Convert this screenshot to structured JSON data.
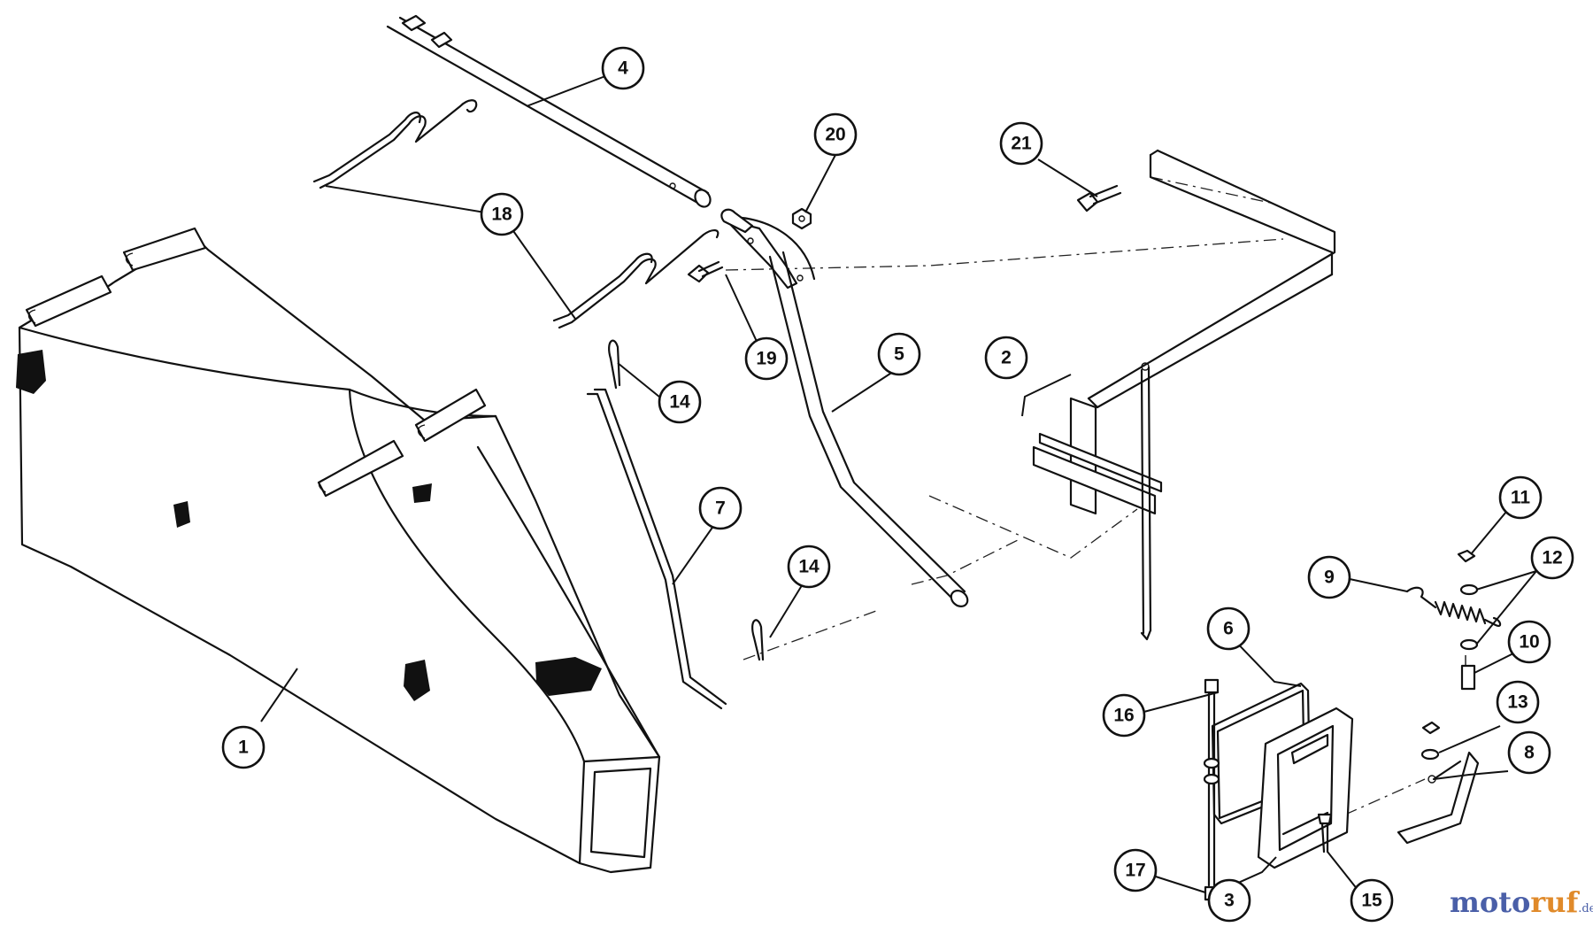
{
  "callouts": [
    {
      "id": "c1",
      "label": "1"
    },
    {
      "id": "c2",
      "label": "2"
    },
    {
      "id": "c3",
      "label": "3"
    },
    {
      "id": "c4",
      "label": "4"
    },
    {
      "id": "c5",
      "label": "5"
    },
    {
      "id": "c6",
      "label": "6"
    },
    {
      "id": "c7",
      "label": "7"
    },
    {
      "id": "c8",
      "label": "8"
    },
    {
      "id": "c9",
      "label": "9"
    },
    {
      "id": "c10",
      "label": "10"
    },
    {
      "id": "c11",
      "label": "11"
    },
    {
      "id": "c12",
      "label": "12"
    },
    {
      "id": "c13",
      "label": "13"
    },
    {
      "id": "c14a",
      "label": "14"
    },
    {
      "id": "c14b",
      "label": "14"
    },
    {
      "id": "c15",
      "label": "15"
    },
    {
      "id": "c16",
      "label": "16"
    },
    {
      "id": "c17",
      "label": "17"
    },
    {
      "id": "c18",
      "label": "18"
    },
    {
      "id": "c19",
      "label": "19"
    },
    {
      "id": "c20",
      "label": "20"
    },
    {
      "id": "c21",
      "label": "21"
    }
  ],
  "watermark": {
    "part1": "moto",
    "part2": "ruf",
    "part3": ".de"
  }
}
